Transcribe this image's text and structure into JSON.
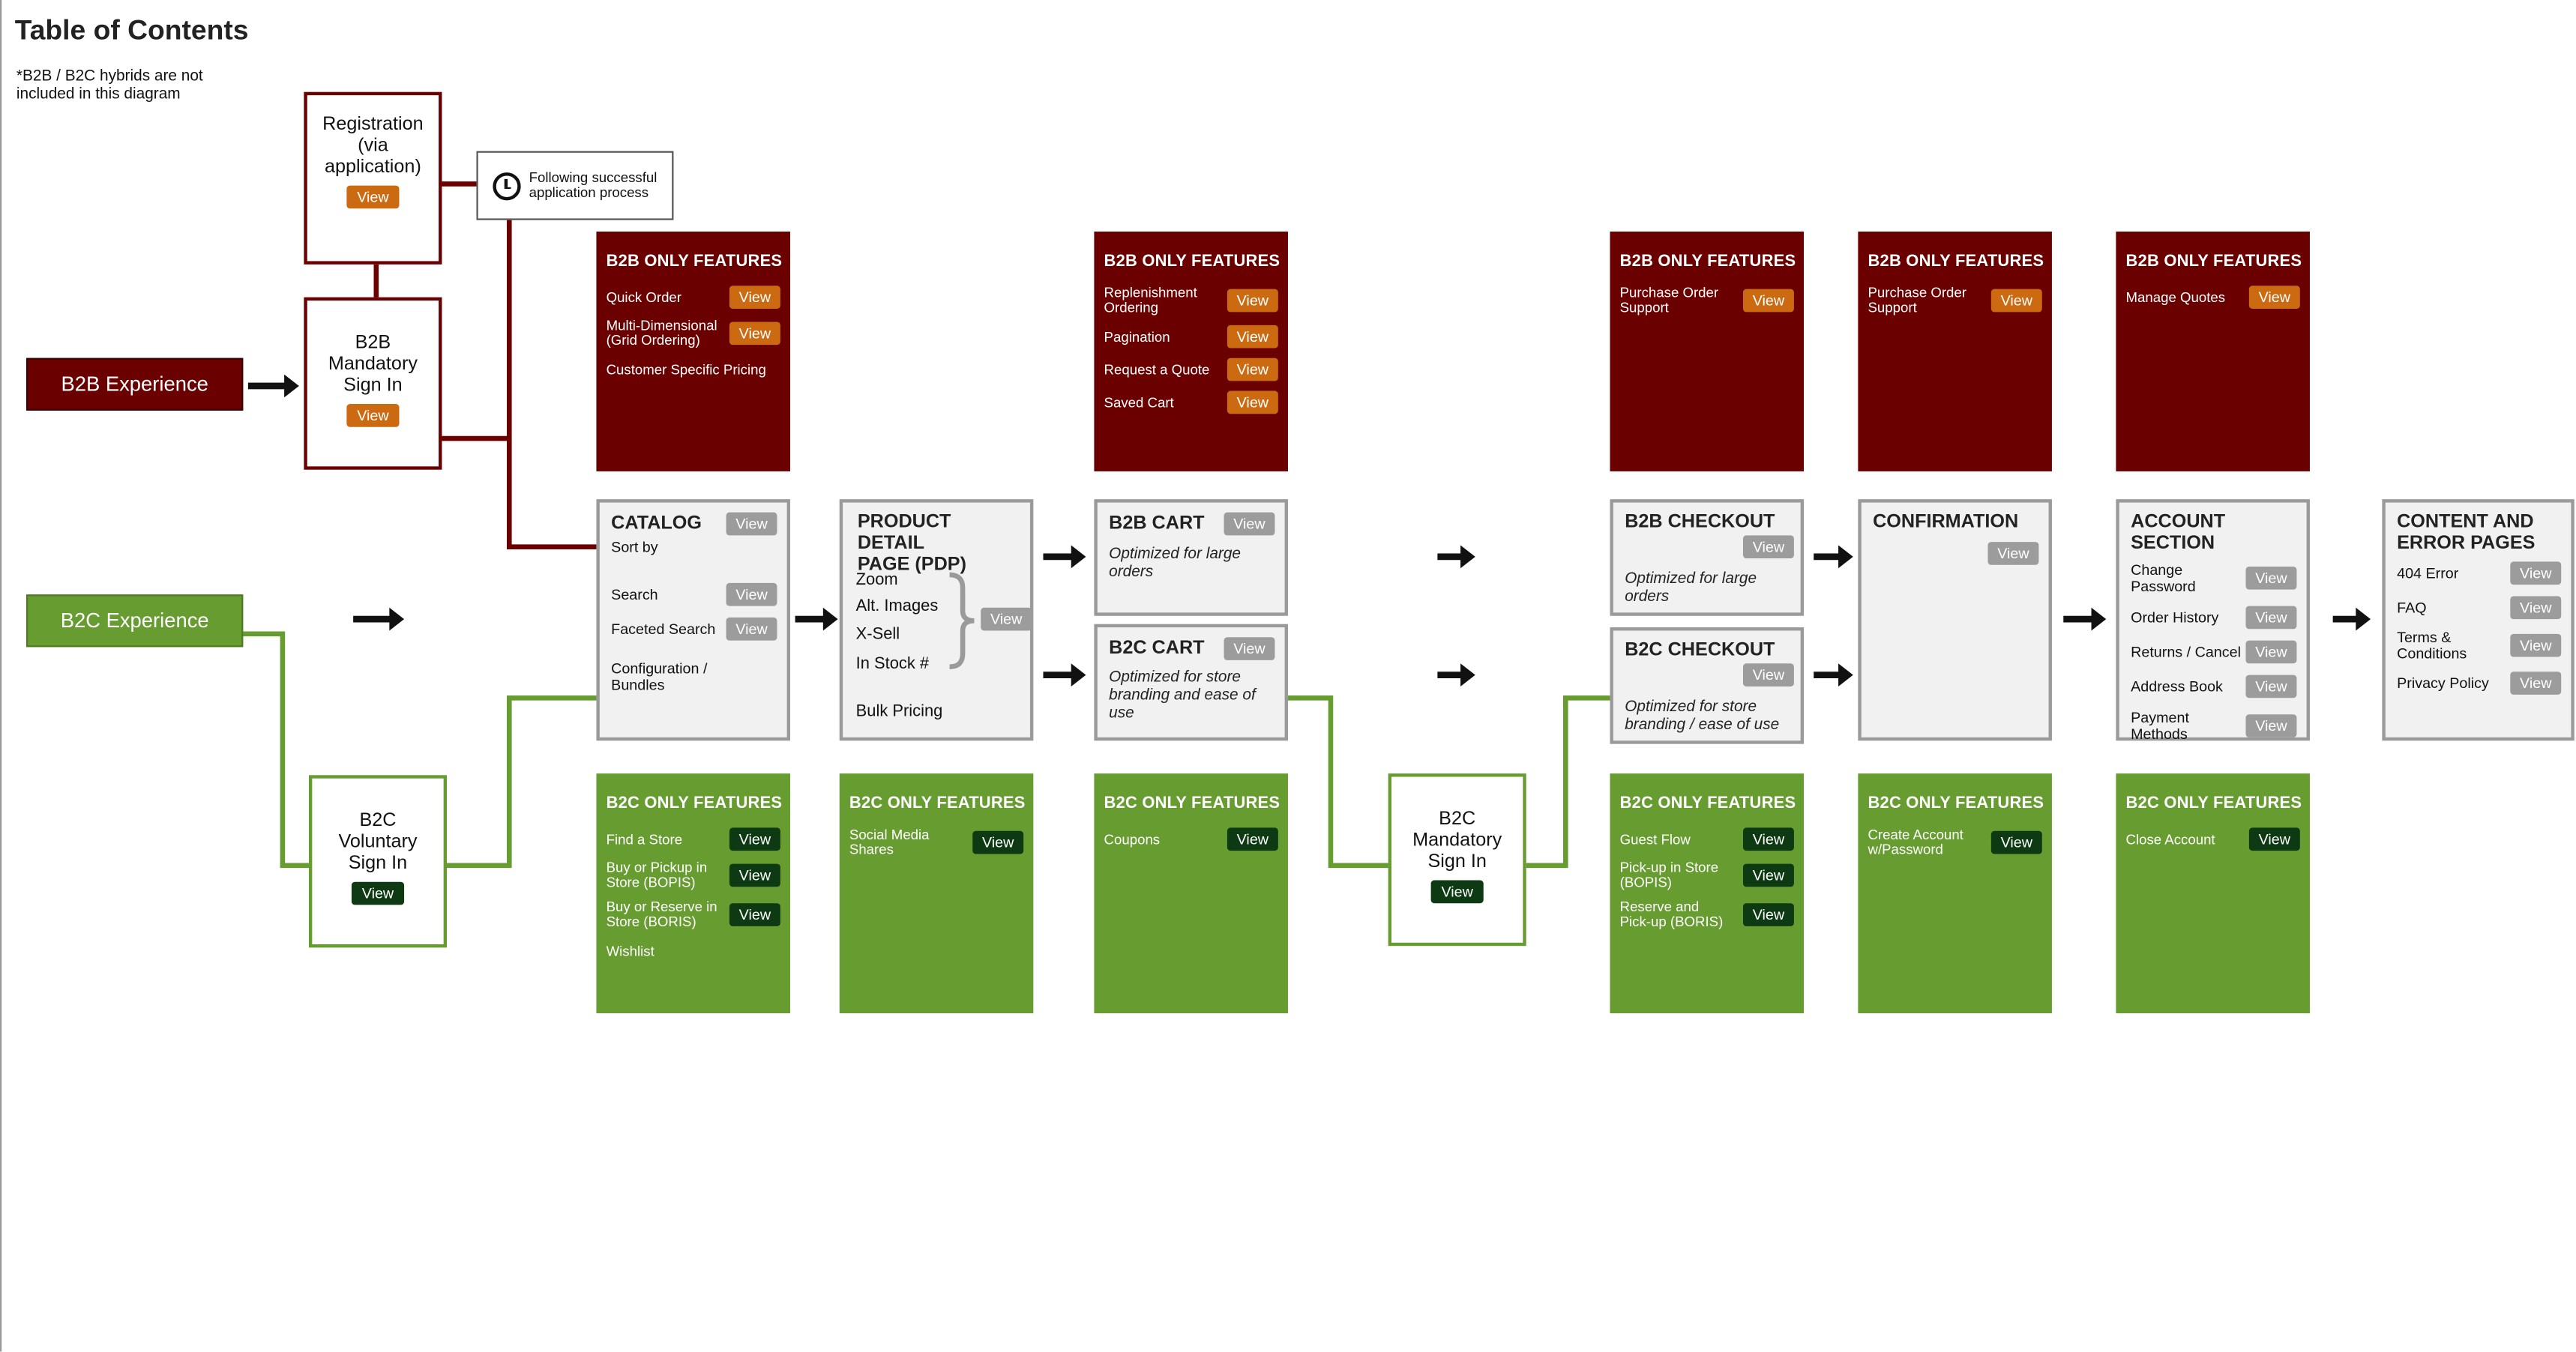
{
  "title": "Table of Contents",
  "note": "*B2B / B2C hybrids are not included in this diagram",
  "view_label": "View",
  "experiences": {
    "b2b": "B2B Experience",
    "b2c": "B2C Experience"
  },
  "nodes": {
    "registration": "Registration\n(via\napplication)",
    "b2b_signin": "B2B\nMandatory\nSign In",
    "b2c_voluntary": "B2C\nVoluntary\nSign In",
    "b2c_mandatory": "B2C\nMandatory\nSign In"
  },
  "flag_note": "Following successful application process",
  "b2b_features": [
    {
      "title": "B2B ONLY FEATURES",
      "items": [
        {
          "label": "Quick Order",
          "view": true
        },
        {
          "label": "Multi-Dimensional\n(Grid Ordering)",
          "view": true
        },
        {
          "label": "Customer Specific Pricing",
          "view": false
        }
      ]
    },
    {
      "title": "B2B ONLY FEATURES",
      "items": [
        {
          "label": "Replenishment\nOrdering",
          "view": true
        },
        {
          "label": "Pagination",
          "view": true
        },
        {
          "label": "Request a Quote",
          "view": true
        },
        {
          "label": "Saved Cart",
          "view": true
        }
      ]
    },
    {
      "title": "B2B ONLY FEATURES",
      "items": [
        {
          "label": "Purchase Order\nSupport",
          "view": true
        }
      ]
    },
    {
      "title": "B2B ONLY FEATURES",
      "items": [
        {
          "label": "Purchase Order\nSupport",
          "view": true
        }
      ]
    },
    {
      "title": "B2B ONLY FEATURES",
      "items": [
        {
          "label": "Manage Quotes",
          "view": true
        }
      ]
    }
  ],
  "b2c_features": [
    {
      "title": "B2C ONLY FEATURES",
      "items": [
        {
          "label": "Find a Store",
          "view": true
        },
        {
          "label": "Buy or Pickup in\nStore (BOPIS)",
          "view": true
        },
        {
          "label": "Buy or Reserve in\nStore (BORIS)",
          "view": true
        },
        {
          "label": "Wishlist",
          "view": false
        }
      ]
    },
    {
      "title": "B2C ONLY FEATURES",
      "items": [
        {
          "label": "Social Media\nShares",
          "view": true
        }
      ]
    },
    {
      "title": "B2C ONLY FEATURES",
      "items": [
        {
          "label": "Coupons",
          "view": true
        }
      ]
    },
    {
      "title": "B2C ONLY FEATURES",
      "items": [
        {
          "label": "Guest Flow",
          "view": true
        },
        {
          "label": "Pick-up in Store\n(BOPIS)",
          "view": true
        },
        {
          "label": "Reserve and\nPick-up (BORIS)",
          "view": true
        }
      ]
    },
    {
      "title": "B2C ONLY FEATURES",
      "items": [
        {
          "label": "Create Account\nw/Password",
          "view": true
        }
      ]
    },
    {
      "title": "B2C ONLY FEATURES",
      "items": [
        {
          "label": "Close Account",
          "view": true
        }
      ]
    }
  ],
  "catalog": {
    "title": "CATALOG",
    "sort": "Sort by",
    "search": "Search",
    "faceted": "Faceted Search",
    "config": "Configuration /\nBundles"
  },
  "pdp": {
    "title": "PRODUCT DETAIL\nPAGE (PDP)",
    "items": [
      "Zoom",
      "Alt. Images",
      "X-Sell",
      "In Stock #"
    ],
    "bulk": "Bulk Pricing"
  },
  "b2b_cart": {
    "title": "B2B CART",
    "desc": "Optimized for large orders"
  },
  "b2c_cart": {
    "title": "B2C CART",
    "desc": "Optimized for store branding and ease of use"
  },
  "b2b_checkout": {
    "title": "B2B CHECKOUT",
    "desc": "Optimized for large orders"
  },
  "b2c_checkout": {
    "title": "B2C CHECKOUT",
    "desc": "Optimized for store branding / ease of use"
  },
  "confirmation": {
    "title": "CONFIRMATION"
  },
  "account": {
    "title": "ACCOUNT\nSECTION",
    "items": [
      "Change Password",
      "Order History",
      "Returns / Cancel",
      "Address Book",
      "Payment Methods"
    ]
  },
  "content": {
    "title": "CONTENT AND\nERROR PAGES",
    "items": [
      "404 Error",
      "FAQ",
      "Terms &\nConditions",
      "Privacy Policy"
    ]
  },
  "colors": {
    "b2b": "#6b0000",
    "b2c": "#679c31",
    "view_orange": "#cc6a12",
    "view_dark": "#0d3a12",
    "view_grey": "#9c9c9c",
    "page_bg": "#f1f1f1"
  }
}
